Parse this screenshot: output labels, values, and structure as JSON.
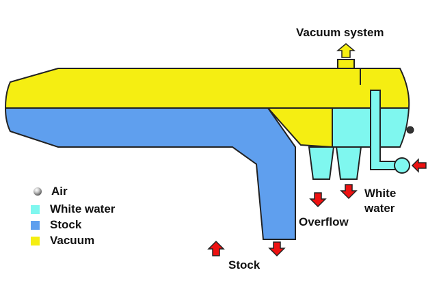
{
  "colors": {
    "vacuum": "#f5ee12",
    "stock": "#5f9fee",
    "white_water": "#7ff7ef",
    "arrow_red": "#ee1111",
    "arrow_yellow": "#f5ee12",
    "outline": "#222222"
  },
  "labels": {
    "vacuum_system": "Vacuum system",
    "overflow": "Overflow",
    "white_water_line1": "White",
    "white_water_line2": "water",
    "stock": "Stock"
  },
  "legend": [
    {
      "label": "Air",
      "color": "air-ball-icon"
    },
    {
      "label": "White water",
      "color": "#7ff7ef"
    },
    {
      "label": "Stock",
      "color": "#5f9fee"
    },
    {
      "label": "Vacuum",
      "color": "#f5ee12"
    }
  ],
  "icons": {
    "flow_arrow_out": "arrow-down-icon",
    "flow_arrow_in": "arrow-left-icon",
    "vacuum_arrow": "arrow-up-icon",
    "air_marker": "air-ball-icon"
  }
}
